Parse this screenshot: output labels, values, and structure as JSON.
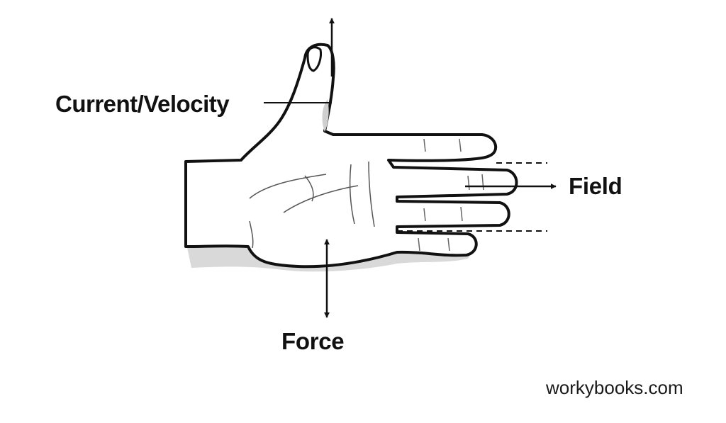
{
  "labels": {
    "current": "Current/Velocity",
    "field": "Field",
    "force": "Force"
  },
  "watermark": "workybooks.com",
  "colors": {
    "outline": "#111111",
    "skin": "#ffffff",
    "shadow": "#d9d9d9",
    "background": "#ffffff"
  }
}
